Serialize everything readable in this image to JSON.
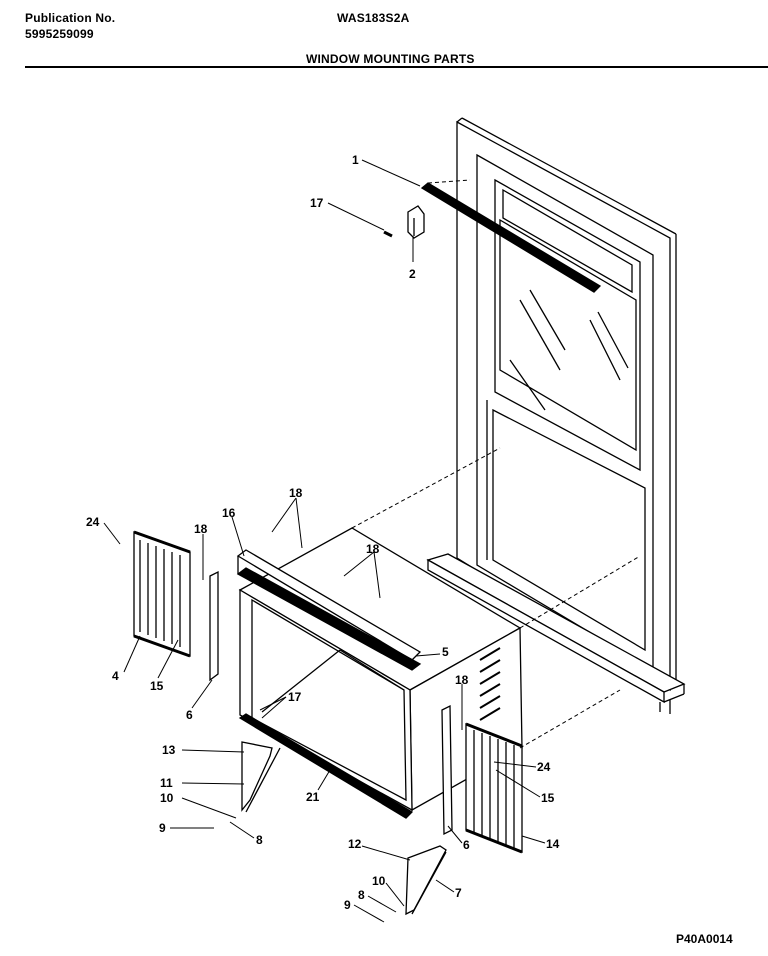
{
  "header": {
    "publication_label": "Publication No.",
    "publication_number": "5995259099",
    "model": "WAS183S2A",
    "section_title": "WINDOW MOUNTING PARTS"
  },
  "callouts": {
    "c1": "1",
    "c17a": "17",
    "c2": "2",
    "c18a": "18",
    "c24a": "24",
    "c18b": "18",
    "c16": "16",
    "c18c": "18",
    "c5": "5",
    "c4": "4",
    "c15a": "15",
    "c6a": "6",
    "c17b": "17",
    "c18d": "18",
    "c13": "13",
    "c11": "11",
    "c10a": "10",
    "c9a": "9",
    "c8a": "8",
    "c21": "21",
    "c24b": "24",
    "c15b": "15",
    "c12": "12",
    "c6b": "6",
    "c14": "14",
    "c10b": "10",
    "c7": "7",
    "c8b": "8",
    "c9b": "9"
  },
  "footer": {
    "drawing_code": "P40A0014"
  }
}
